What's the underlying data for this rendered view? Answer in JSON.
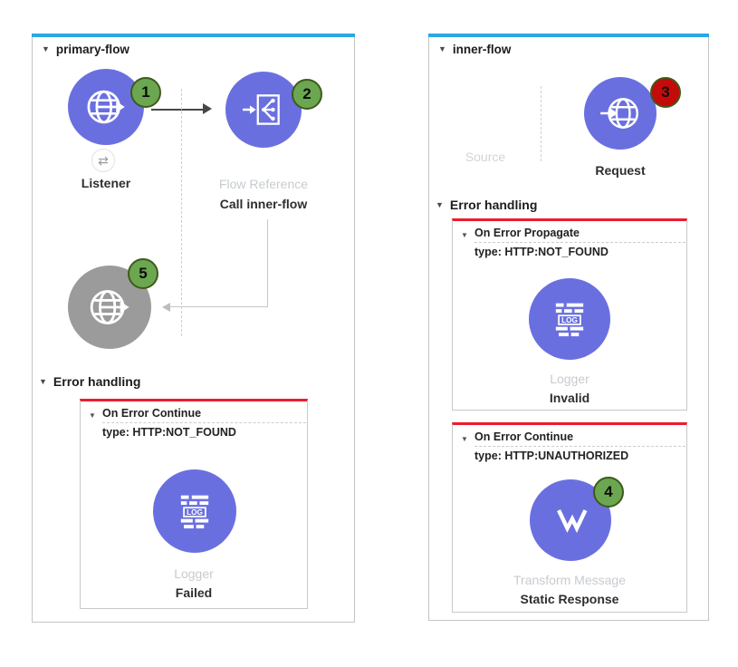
{
  "colors": {
    "accent_bar": "#2BA7E8",
    "node_blue": "#6A6FE0",
    "node_gray": "#9B9B9B",
    "badge_green": "#6BA750",
    "badge_red": "#C50A0A",
    "error_line": "#ED1C2E"
  },
  "glyphs": {
    "collapse": "▼",
    "exchange": "⇄",
    "log_text": "LOG"
  },
  "primary": {
    "title": "primary-flow",
    "listener": {
      "label": "Listener",
      "badge": "1"
    },
    "flow_reference": {
      "type_label": "Flow Reference",
      "label": "Call inner-flow",
      "badge": "2"
    },
    "gray_http": {
      "badge": "5"
    },
    "error_handling": {
      "title": "Error handling",
      "handler": {
        "strategy": "On Error Continue",
        "error_type": "type: HTTP:NOT_FOUND"
      },
      "logger": {
        "type_label": "Logger",
        "label": "Failed"
      }
    }
  },
  "inner": {
    "title": "inner-flow",
    "source_label": "Source",
    "request": {
      "label": "Request",
      "badge": "3"
    },
    "error_handling": {
      "title": "Error handling",
      "handler1": {
        "strategy": "On Error Propagate",
        "error_type": "type: HTTP:NOT_FOUND",
        "logger": {
          "type_label": "Logger",
          "label": "Invalid"
        }
      },
      "handler2": {
        "strategy": "On Error Continue",
        "error_type": "type: HTTP:UNAUTHORIZED",
        "transform": {
          "type_label": "Transform Message",
          "label": "Static Response",
          "badge": "4"
        }
      }
    }
  }
}
